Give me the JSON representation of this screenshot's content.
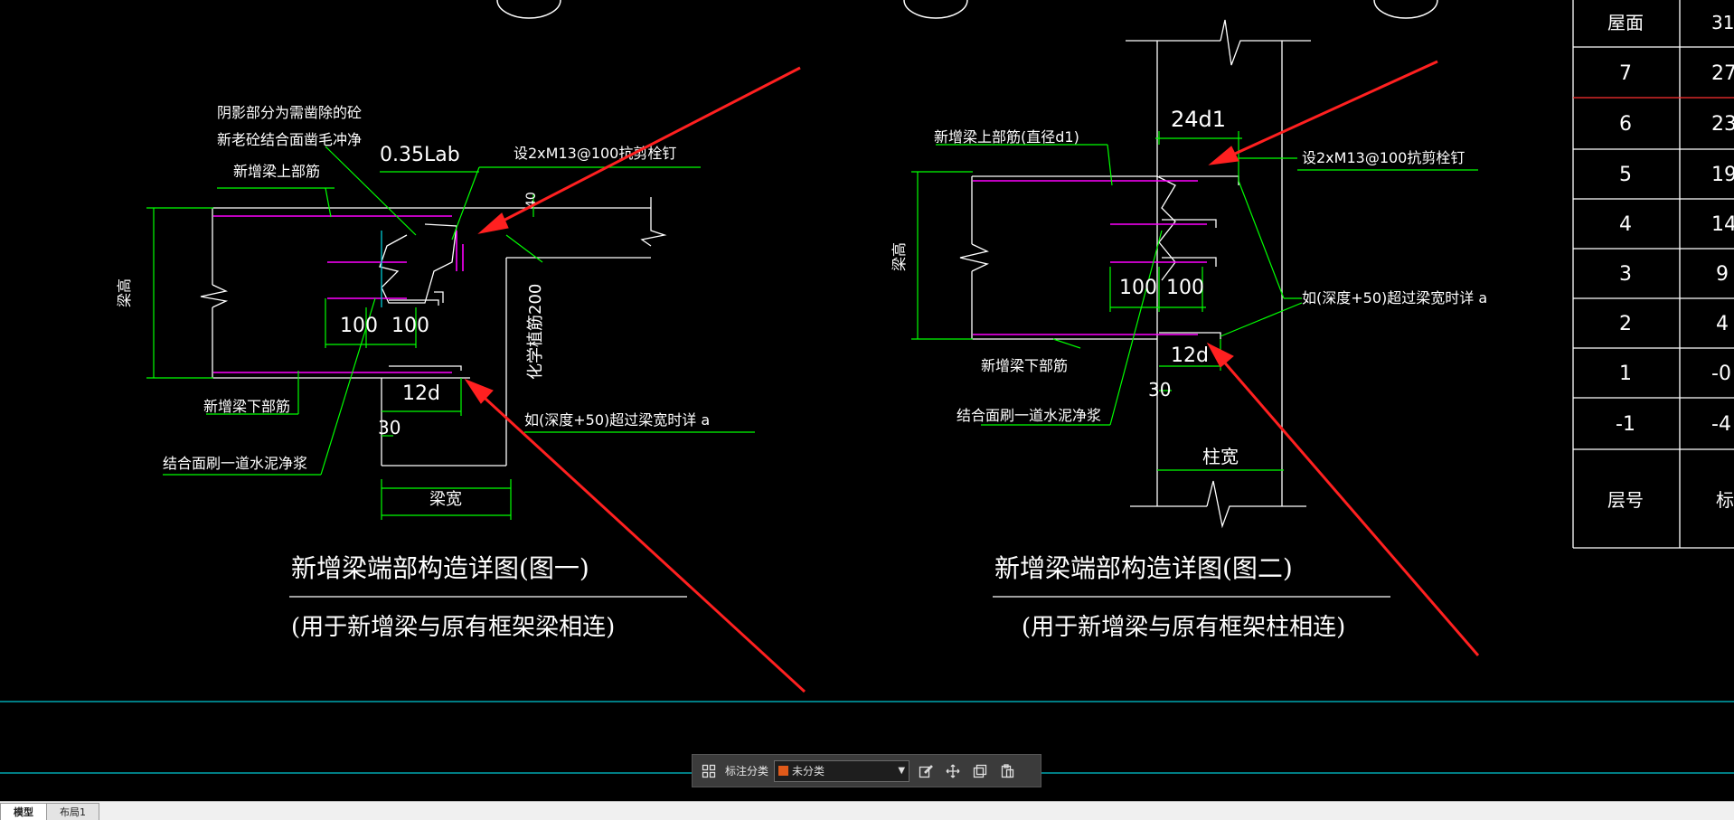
{
  "drawing": {
    "fig1": {
      "title": "新增梁端部构造详图(图一)",
      "subtitle": "(用于新增梁与原有框架梁相连)",
      "note_shadow_1": "阴影部分为需凿除的砼",
      "note_shadow_2": "新老砼结合面凿毛冲净",
      "top_bar": "新增梁上部筋",
      "bottom_bar": "新增梁下部筋",
      "cement": "结合面刷一道水泥净浆",
      "anchor": "0.35Lab",
      "bolts": "设2xM13@100抗剪栓钉",
      "chem": "化学植筋200",
      "depth_note": "如(深度+50)超过梁宽时详 a",
      "dim_100a": "100",
      "dim_100b": "100",
      "dim_12d": "12d",
      "dim_30": "30",
      "dim_40": "40",
      "beam_width": "梁宽",
      "beam_height": "梁高"
    },
    "fig2": {
      "title": "新增梁端部构造详图(图二)",
      "subtitle": "(用于新增梁与原有框架柱相连)",
      "top_bar": "新增梁上部筋(直径d1)",
      "bottom_bar": "新增梁下部筋",
      "cement": "结合面刷一道水泥净浆",
      "bolts": "设2xM13@100抗剪栓钉",
      "depth_note": "如(深度+50)超过梁宽时详 a",
      "dim_24d1": "24d1",
      "dim_100a": "100",
      "dim_100b": "100",
      "dim_12d": "12d",
      "dim_30": "30",
      "col_width": "柱宽",
      "beam_height": "梁高"
    },
    "table": {
      "rows": [
        {
          "floor": "屋面",
          "elev": "31"
        },
        {
          "floor": "7",
          "elev": "27"
        },
        {
          "floor": "6",
          "elev": "23"
        },
        {
          "floor": "5",
          "elev": "19"
        },
        {
          "floor": "4",
          "elev": "14"
        },
        {
          "floor": "3",
          "elev": "9"
        },
        {
          "floor": "2",
          "elev": "4"
        },
        {
          "floor": "1",
          "elev": "-0"
        },
        {
          "floor": "-1",
          "elev": "-4"
        }
      ],
      "header": {
        "floor": "层号",
        "elev": "标"
      }
    }
  },
  "colors": {
    "background": "#000000",
    "green": "#00ff00",
    "magenta": "#ff00ff",
    "arrow": "#ff2020",
    "cyan": "#00c8d2",
    "swatch": "#e05a1a"
  },
  "toolbar": {
    "grid_icon": "grid-icon",
    "label": "标注分类",
    "selected": "未分类",
    "edit_icon": "edit-icon",
    "move_icon": "move-icon",
    "copy_icon": "copy-icon",
    "paste_icon": "paste-icon"
  },
  "tabs": [
    {
      "label": "模型",
      "active": true
    },
    {
      "label": "布局1",
      "active": false
    }
  ]
}
